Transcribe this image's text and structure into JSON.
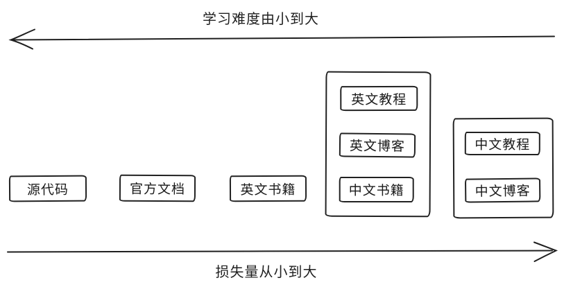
{
  "diagram": {
    "top_axis": {
      "label": "学习难度由小到大",
      "direction": "left"
    },
    "bottom_axis": {
      "label": "损失量从小到大",
      "direction": "right"
    },
    "nodes": [
      {
        "label": "源代码"
      },
      {
        "label": "官方文档"
      },
      {
        "label": "英文书籍"
      }
    ],
    "groups": [
      {
        "items": [
          "英文教程",
          "英文博客",
          "中文书籍"
        ]
      },
      {
        "items": [
          "中文教程",
          "中文博客"
        ]
      }
    ],
    "colors": {
      "ink": "#1c1c1c",
      "background": "#ffffff"
    }
  }
}
